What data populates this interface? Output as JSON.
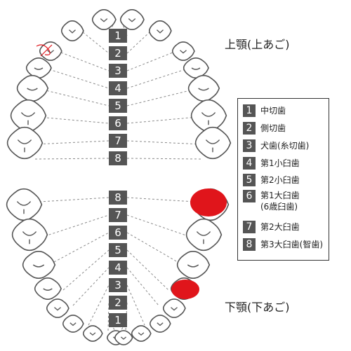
{
  "upper_jaw": {
    "title": "上顎(上あご)",
    "numbers": [
      "1",
      "2",
      "3",
      "4",
      "5",
      "6",
      "7",
      "8"
    ]
  },
  "lower_jaw": {
    "title": "下顎(下あご)",
    "numbers": [
      "8",
      "7",
      "6",
      "5",
      "4",
      "3",
      "2",
      "1"
    ]
  },
  "legend": {
    "items": [
      {
        "num": "1",
        "name": "中切歯"
      },
      {
        "num": "2",
        "name": "側切歯"
      },
      {
        "num": "3",
        "name": "犬歯(糸切歯)"
      },
      {
        "num": "4",
        "name": "第1小臼歯"
      },
      {
        "num": "5",
        "name": "第2小臼歯"
      },
      {
        "num": "6",
        "name": "第1大臼歯",
        "note": "(6歳臼歯)"
      },
      {
        "num": "7",
        "name": "第2大臼歯"
      },
      {
        "num": "8",
        "name": "第3大臼歯(智歯)"
      }
    ]
  },
  "colors": {
    "tooth_outline": "#555555",
    "number_box": "#555555",
    "highlight": "#e0151b",
    "dashed_line": "#8a8a8a"
  }
}
